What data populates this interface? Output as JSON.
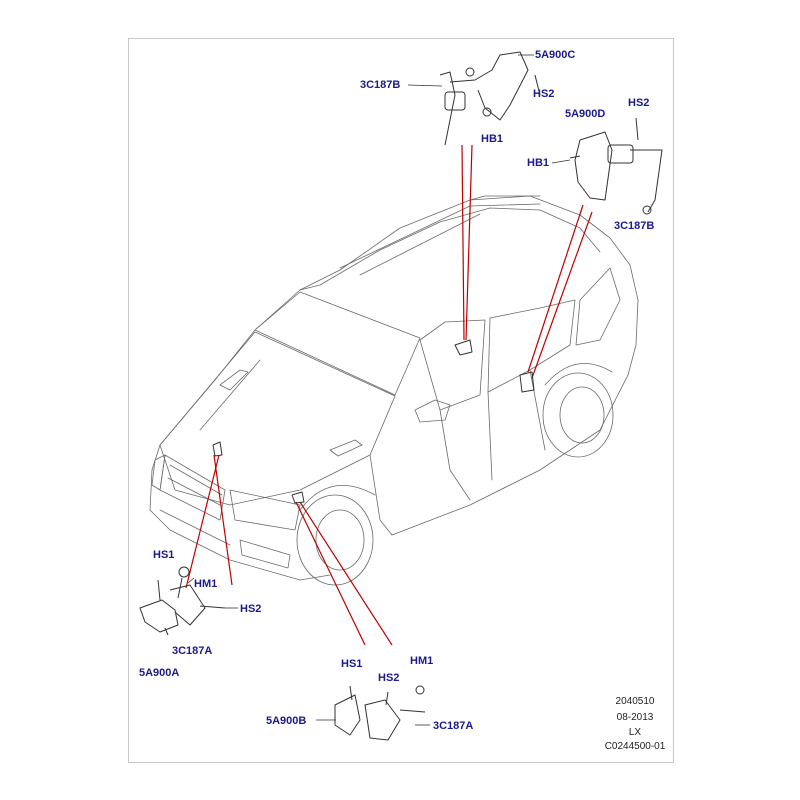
{
  "callouts": {
    "roof_rear": {
      "c5a900c": "5A900C",
      "c3c187b": "3C187B",
      "hs2": "HS2",
      "hb1": "HB1"
    },
    "rear_side": {
      "c5a900d": "5A900D",
      "hs2": "HS2",
      "hb1": "HB1",
      "c3c187b": "3C187B"
    },
    "front_left": {
      "hs1": "HS1",
      "hm1": "HM1",
      "hs2": "HS2",
      "c3c187a": "3C187A",
      "c5a900a": "5A900A"
    },
    "front_right": {
      "hs1": "HS1",
      "hm1": "HM1",
      "hs2": "HS2",
      "c5a900b": "5A900B",
      "c3c187a": "3C187A"
    }
  },
  "info_block": {
    "line1": "2040510",
    "line2": "08-2013",
    "line3": "LX",
    "line4": "C0244500-01"
  },
  "colors": {
    "callout_text": "#1a1a8c",
    "leader_line": "#c00000",
    "drawing_line": "#555555"
  }
}
